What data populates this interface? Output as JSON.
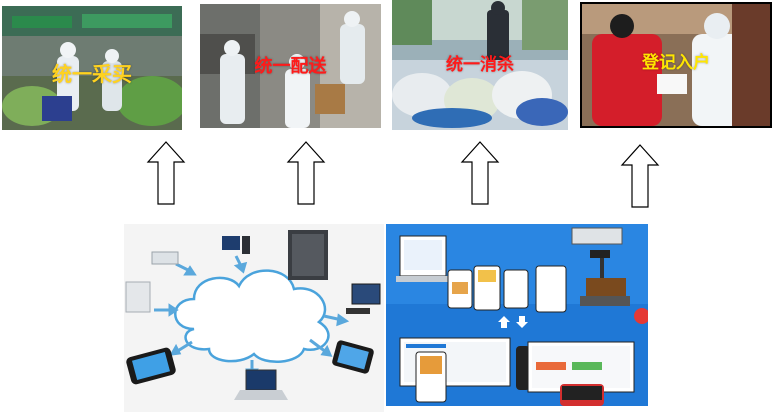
{
  "photos": [
    {
      "caption": "统一采买",
      "caption_color": "#ffd21f",
      "accent": "#f0e000"
    },
    {
      "caption": "统一配送",
      "caption_color": "#ff1a1a",
      "accent": "#ff1a1a"
    },
    {
      "caption": "统一消杀",
      "caption_color": "#ff1a1a",
      "accent": "#ff1a1a"
    },
    {
      "caption": "登记入户",
      "caption_color": "#ffe600",
      "accent": "#ffe600"
    }
  ],
  "colors": {
    "arrow_stroke": "#000000",
    "cloud_stroke": "#4aa3dc",
    "link_arrow": "#5aa8dc",
    "right_panel_bg": "#1f78d6"
  },
  "icons": {
    "arrow": "up-arrow-outline",
    "cloud": "cloud-network",
    "sync": "up-down-arrows-icon"
  }
}
